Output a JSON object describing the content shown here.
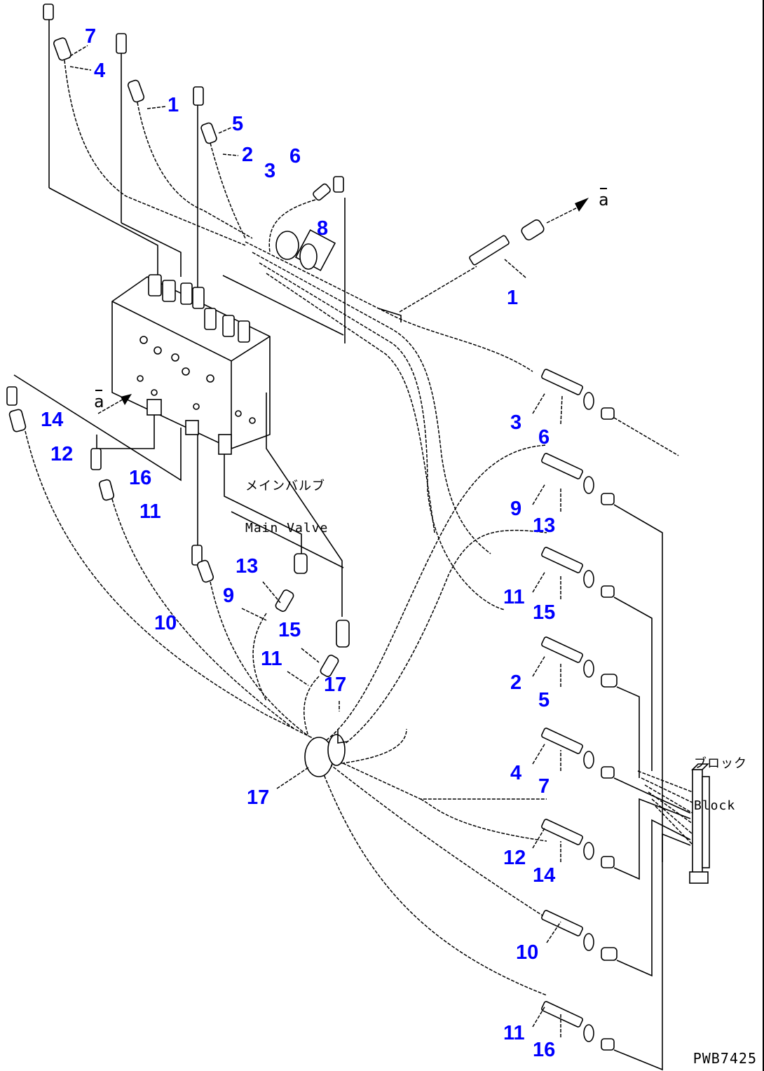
{
  "diagram": {
    "title": "Main valve piping (hose routing to block)",
    "drawing_number": "PWB7425",
    "label_color": "#0000ff",
    "line_color": "#000000",
    "captions": {
      "main_valve_jp": "メインバルブ",
      "main_valve_en": "Main Valve",
      "block_jp": "ブロック",
      "block_en": "Block"
    },
    "view_marks": {
      "a_right": "a",
      "a_left": "a"
    },
    "callouts": [
      {
        "id": "c7-top",
        "text": "7"
      },
      {
        "id": "c4-top",
        "text": "4"
      },
      {
        "id": "c1-top",
        "text": "1"
      },
      {
        "id": "c5-top",
        "text": "5"
      },
      {
        "id": "c2-top",
        "text": "2"
      },
      {
        "id": "c3-top",
        "text": "3"
      },
      {
        "id": "c6-top",
        "text": "6"
      },
      {
        "id": "c8",
        "text": "8"
      },
      {
        "id": "c1-right",
        "text": "1"
      },
      {
        "id": "c14-left",
        "text": "14"
      },
      {
        "id": "c12-left",
        "text": "12"
      },
      {
        "id": "c16-left",
        "text": "16"
      },
      {
        "id": "c11-left",
        "text": "11"
      },
      {
        "id": "c13-mid",
        "text": "13"
      },
      {
        "id": "c9-mid",
        "text": "9"
      },
      {
        "id": "c10-mid",
        "text": "10"
      },
      {
        "id": "c15-mid",
        "text": "15"
      },
      {
        "id": "c11-mid",
        "text": "11"
      },
      {
        "id": "c17-mid",
        "text": "17"
      },
      {
        "id": "c17-clamp",
        "text": "17"
      },
      {
        "id": "c3-r",
        "text": "3"
      },
      {
        "id": "c6-r",
        "text": "6"
      },
      {
        "id": "c9-r",
        "text": "9"
      },
      {
        "id": "c13-r",
        "text": "13"
      },
      {
        "id": "c11-r",
        "text": "11"
      },
      {
        "id": "c15-r",
        "text": "15"
      },
      {
        "id": "c2-r",
        "text": "2"
      },
      {
        "id": "c5-r",
        "text": "5"
      },
      {
        "id": "c4-r",
        "text": "4"
      },
      {
        "id": "c7-r",
        "text": "7"
      },
      {
        "id": "c12-r",
        "text": "12"
      },
      {
        "id": "c14-r",
        "text": "14"
      },
      {
        "id": "c10-r",
        "text": "10"
      },
      {
        "id": "c11-r2",
        "text": "11"
      },
      {
        "id": "c16-r",
        "text": "16"
      }
    ]
  }
}
